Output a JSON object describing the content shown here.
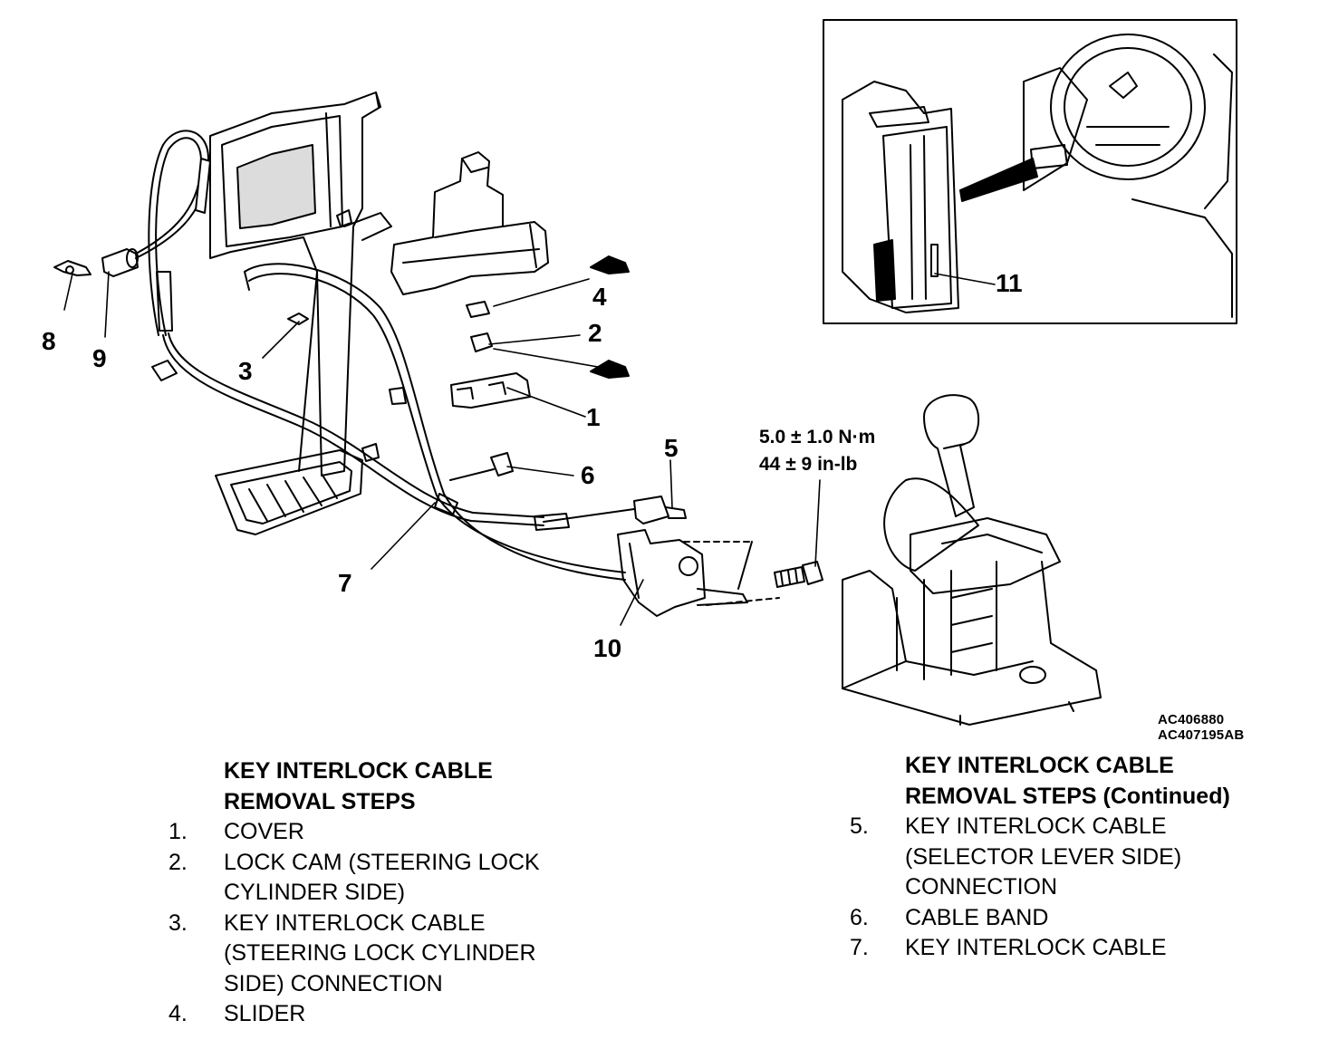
{
  "callouts": {
    "c1": "1",
    "c2": "2",
    "c3": "3",
    "c4": "4",
    "c5": "5",
    "c6": "6",
    "c7": "7",
    "c8": "8",
    "c9": "9",
    "c10": "10",
    "c11": "11"
  },
  "torque": {
    "line1": "5.0 ± 1.0 N·m",
    "line2": "44 ± 9 in-lb"
  },
  "figure_codes": {
    "line1": "AC406880",
    "line2": "AC407195AB"
  },
  "left_list": {
    "heading_line1": "KEY INTERLOCK CABLE",
    "heading_line2": "REMOVAL STEPS",
    "steps": [
      {
        "num": "1.",
        "lines": [
          "COVER"
        ]
      },
      {
        "num": "2.",
        "lines": [
          "LOCK CAM (STEERING LOCK",
          "CYLINDER SIDE)"
        ]
      },
      {
        "num": "3.",
        "lines": [
          "KEY INTERLOCK CABLE",
          "(STEERING LOCK CYLINDER",
          "SIDE) CONNECTION"
        ]
      },
      {
        "num": "4.",
        "lines": [
          "SLIDER"
        ]
      }
    ]
  },
  "right_list": {
    "heading_line1": "KEY INTERLOCK CABLE",
    "heading_line2": "REMOVAL STEPS (Continued)",
    "steps": [
      {
        "num": "5.",
        "lines": [
          "KEY INTERLOCK CABLE",
          "(SELECTOR LEVER SIDE)",
          "CONNECTION"
        ]
      },
      {
        "num": "6.",
        "lines": [
          "CABLE BAND"
        ]
      },
      {
        "num": "7.",
        "lines": [
          "KEY INTERLOCK CABLE"
        ]
      }
    ]
  }
}
